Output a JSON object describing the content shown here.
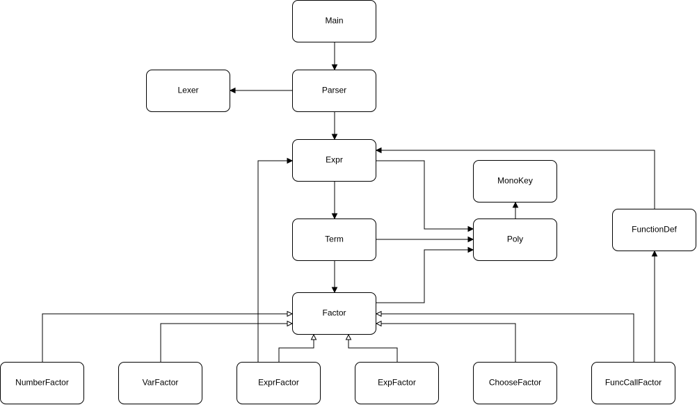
{
  "diagram": {
    "nodes": {
      "main": "Main",
      "parser": "Parser",
      "lexer": "Lexer",
      "expr": "Expr",
      "term": "Term",
      "factor": "Factor",
      "monokey": "MonoKey",
      "poly": "Poly",
      "functiondef": "FunctionDef",
      "numberfactor": "NumberFactor",
      "varfactor": "VarFactor",
      "exprfactor": "ExprFactor",
      "expfactor": "ExpFactor",
      "choosefactor": "ChooseFactor",
      "funccallfactor": "FuncCallFactor"
    },
    "edges": [
      {
        "from": "main",
        "to": "parser",
        "kind": "association"
      },
      {
        "from": "parser",
        "to": "lexer",
        "kind": "association"
      },
      {
        "from": "parser",
        "to": "expr",
        "kind": "association"
      },
      {
        "from": "expr",
        "to": "term",
        "kind": "association"
      },
      {
        "from": "term",
        "to": "factor",
        "kind": "association"
      },
      {
        "from": "expr",
        "to": "poly",
        "kind": "association"
      },
      {
        "from": "term",
        "to": "poly",
        "kind": "association"
      },
      {
        "from": "factor",
        "to": "poly",
        "kind": "association"
      },
      {
        "from": "poly",
        "to": "monokey",
        "kind": "association"
      },
      {
        "from": "functiondef",
        "to": "expr",
        "kind": "association"
      },
      {
        "from": "funccallfactor",
        "to": "functiondef",
        "kind": "association"
      },
      {
        "from": "exprfactor",
        "to": "expr",
        "kind": "association"
      },
      {
        "from": "numberfactor",
        "to": "factor",
        "kind": "inheritance"
      },
      {
        "from": "varfactor",
        "to": "factor",
        "kind": "inheritance"
      },
      {
        "from": "exprfactor",
        "to": "factor",
        "kind": "inheritance"
      },
      {
        "from": "expfactor",
        "to": "factor",
        "kind": "inheritance"
      },
      {
        "from": "choosefactor",
        "to": "factor",
        "kind": "inheritance"
      },
      {
        "from": "funccallfactor",
        "to": "factor",
        "kind": "inheritance"
      }
    ]
  }
}
